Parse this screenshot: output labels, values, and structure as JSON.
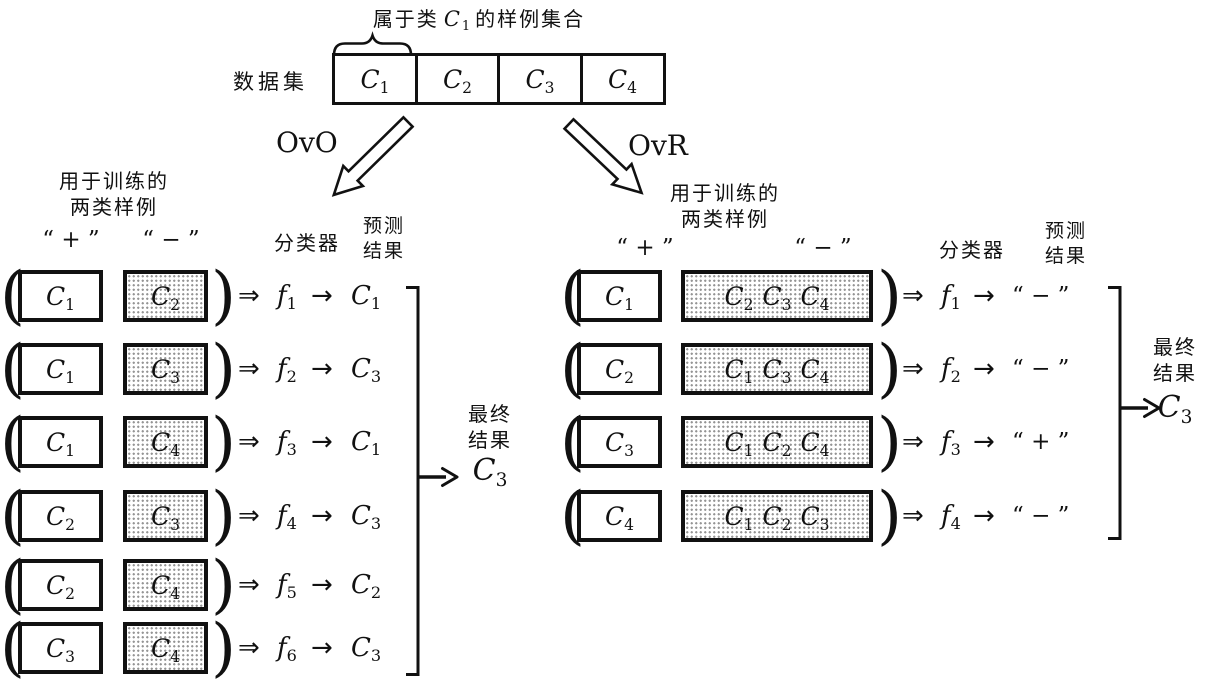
{
  "top": {
    "set_label_prefix": "属于类",
    "set_label_math": {
      "base": "C",
      "sub": "1"
    },
    "set_label_suffix": "的样例集合",
    "dataset_label": "数据集",
    "classes": [
      {
        "base": "C",
        "sub": "1"
      },
      {
        "base": "C",
        "sub": "2"
      },
      {
        "base": "C",
        "sub": "3"
      },
      {
        "base": "C",
        "sub": "4"
      }
    ]
  },
  "symbols": {
    "paren_open": "(",
    "paren_close": ")",
    "implies": "⇒",
    "maps_to": "→"
  },
  "colors": {
    "ink": "#111111",
    "background": "#ffffff",
    "shade_dot": "#949494"
  },
  "ovo": {
    "branch_label": "OvO",
    "train_header_line1": "用于训练的",
    "train_header_line2": "两类样例",
    "positive_header": "“ + ”",
    "negative_header": "“ − ”",
    "classifier_header": "分类器",
    "prediction_header_line1": "预测",
    "prediction_header_line2": "结果",
    "rows": [
      {
        "pos": {
          "base": "C",
          "sub": "1"
        },
        "neg": {
          "base": "C",
          "sub": "2"
        },
        "classifier": {
          "base": "f",
          "sub": "1"
        },
        "prediction": {
          "base": "C",
          "sub": "1"
        }
      },
      {
        "pos": {
          "base": "C",
          "sub": "1"
        },
        "neg": {
          "base": "C",
          "sub": "3"
        },
        "classifier": {
          "base": "f",
          "sub": "2"
        },
        "prediction": {
          "base": "C",
          "sub": "3"
        }
      },
      {
        "pos": {
          "base": "C",
          "sub": "1"
        },
        "neg": {
          "base": "C",
          "sub": "4"
        },
        "classifier": {
          "base": "f",
          "sub": "3"
        },
        "prediction": {
          "base": "C",
          "sub": "1"
        }
      },
      {
        "pos": {
          "base": "C",
          "sub": "2"
        },
        "neg": {
          "base": "C",
          "sub": "3"
        },
        "classifier": {
          "base": "f",
          "sub": "4"
        },
        "prediction": {
          "base": "C",
          "sub": "3"
        }
      },
      {
        "pos": {
          "base": "C",
          "sub": "2"
        },
        "neg": {
          "base": "C",
          "sub": "4"
        },
        "classifier": {
          "base": "f",
          "sub": "5"
        },
        "prediction": {
          "base": "C",
          "sub": "2"
        }
      },
      {
        "pos": {
          "base": "C",
          "sub": "3"
        },
        "neg": {
          "base": "C",
          "sub": "4"
        },
        "classifier": {
          "base": "f",
          "sub": "6"
        },
        "prediction": {
          "base": "C",
          "sub": "3"
        }
      }
    ],
    "final_label_line1": "最终",
    "final_label_line2": "结果",
    "final_result": {
      "base": "C",
      "sub": "3"
    }
  },
  "ovr": {
    "branch_label": "OvR",
    "train_header_line1": "用于训练的",
    "train_header_line2": "两类样例",
    "positive_header": "“ + ”",
    "negative_header": "“ − ”",
    "classifier_header": "分类器",
    "prediction_header_line1": "预测",
    "prediction_header_line2": "结果",
    "rows": [
      {
        "pos": {
          "base": "C",
          "sub": "1"
        },
        "negs": [
          {
            "base": "C",
            "sub": "2"
          },
          {
            "base": "C",
            "sub": "3"
          },
          {
            "base": "C",
            "sub": "4"
          }
        ],
        "classifier": {
          "base": "f",
          "sub": "1"
        },
        "prediction_text": "“ − ”"
      },
      {
        "pos": {
          "base": "C",
          "sub": "2"
        },
        "negs": [
          {
            "base": "C",
            "sub": "1"
          },
          {
            "base": "C",
            "sub": "3"
          },
          {
            "base": "C",
            "sub": "4"
          }
        ],
        "classifier": {
          "base": "f",
          "sub": "2"
        },
        "prediction_text": "“ − ”"
      },
      {
        "pos": {
          "base": "C",
          "sub": "3"
        },
        "negs": [
          {
            "base": "C",
            "sub": "1"
          },
          {
            "base": "C",
            "sub": "2"
          },
          {
            "base": "C",
            "sub": "4"
          }
        ],
        "classifier": {
          "base": "f",
          "sub": "3"
        },
        "prediction_text": "“ + ”"
      },
      {
        "pos": {
          "base": "C",
          "sub": "4"
        },
        "negs": [
          {
            "base": "C",
            "sub": "1"
          },
          {
            "base": "C",
            "sub": "2"
          },
          {
            "base": "C",
            "sub": "3"
          }
        ],
        "classifier": {
          "base": "f",
          "sub": "4"
        },
        "prediction_text": "“ − ”"
      }
    ],
    "final_label_line1": "最终",
    "final_label_line2": "结果",
    "final_result": {
      "base": "C",
      "sub": "3"
    }
  }
}
